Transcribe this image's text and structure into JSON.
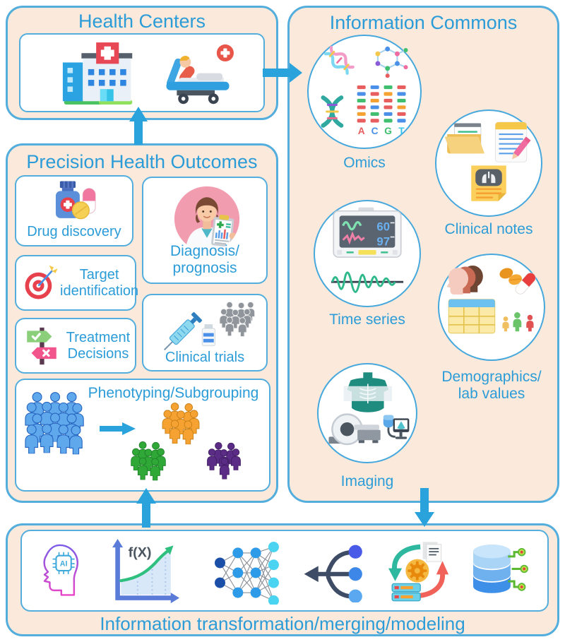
{
  "colors": {
    "panel_background": "#FBEADB",
    "panel_border": "#54AEDD",
    "heading_text": "#2B9CD8",
    "arrow": "#2AA2DC"
  },
  "health_centers": {
    "title": "Health Centers"
  },
  "information_commons": {
    "title": "Information Commons",
    "omics_label": "Omics",
    "clinical_notes_label": "Clinical notes",
    "time_series_label": "Time series",
    "demographics_label_line1": "Demographics/",
    "demographics_label_line2": "lab values",
    "imaging_label": "Imaging",
    "omics_letters": {
      "a": "A",
      "c": "C",
      "g": "G",
      "t": "T"
    },
    "monitor": {
      "heart_rate": "60",
      "spo2": "97"
    }
  },
  "precision_health_outcomes": {
    "title": "Precision Health Outcomes",
    "drug_discovery_label": "Drug discovery",
    "diagnosis_line1": "Diagnosis/",
    "diagnosis_line2": "prognosis",
    "target_line1": "Target",
    "target_line2": "identification",
    "treatment_line1": "Treatment",
    "treatment_line2": "Decisions",
    "clinical_trials_label": "Clinical trials",
    "phenotyping_label": "Phenotyping/Subgrouping"
  },
  "transformation": {
    "title": "Information transformation/merging/modeling",
    "ai_chip_label": "AI",
    "function_label": "f(X)"
  }
}
